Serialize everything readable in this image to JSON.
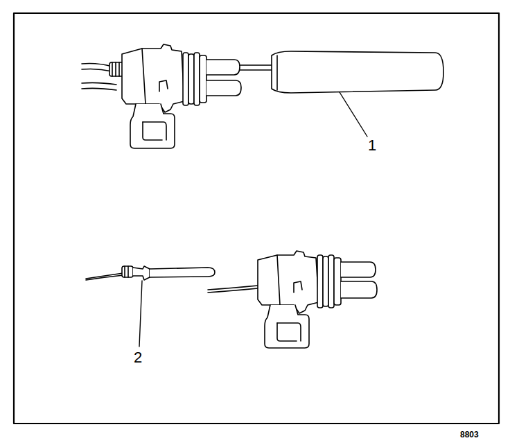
{
  "diagram": {
    "labels": [
      "1",
      "2",
      "8803"
    ]
  }
}
